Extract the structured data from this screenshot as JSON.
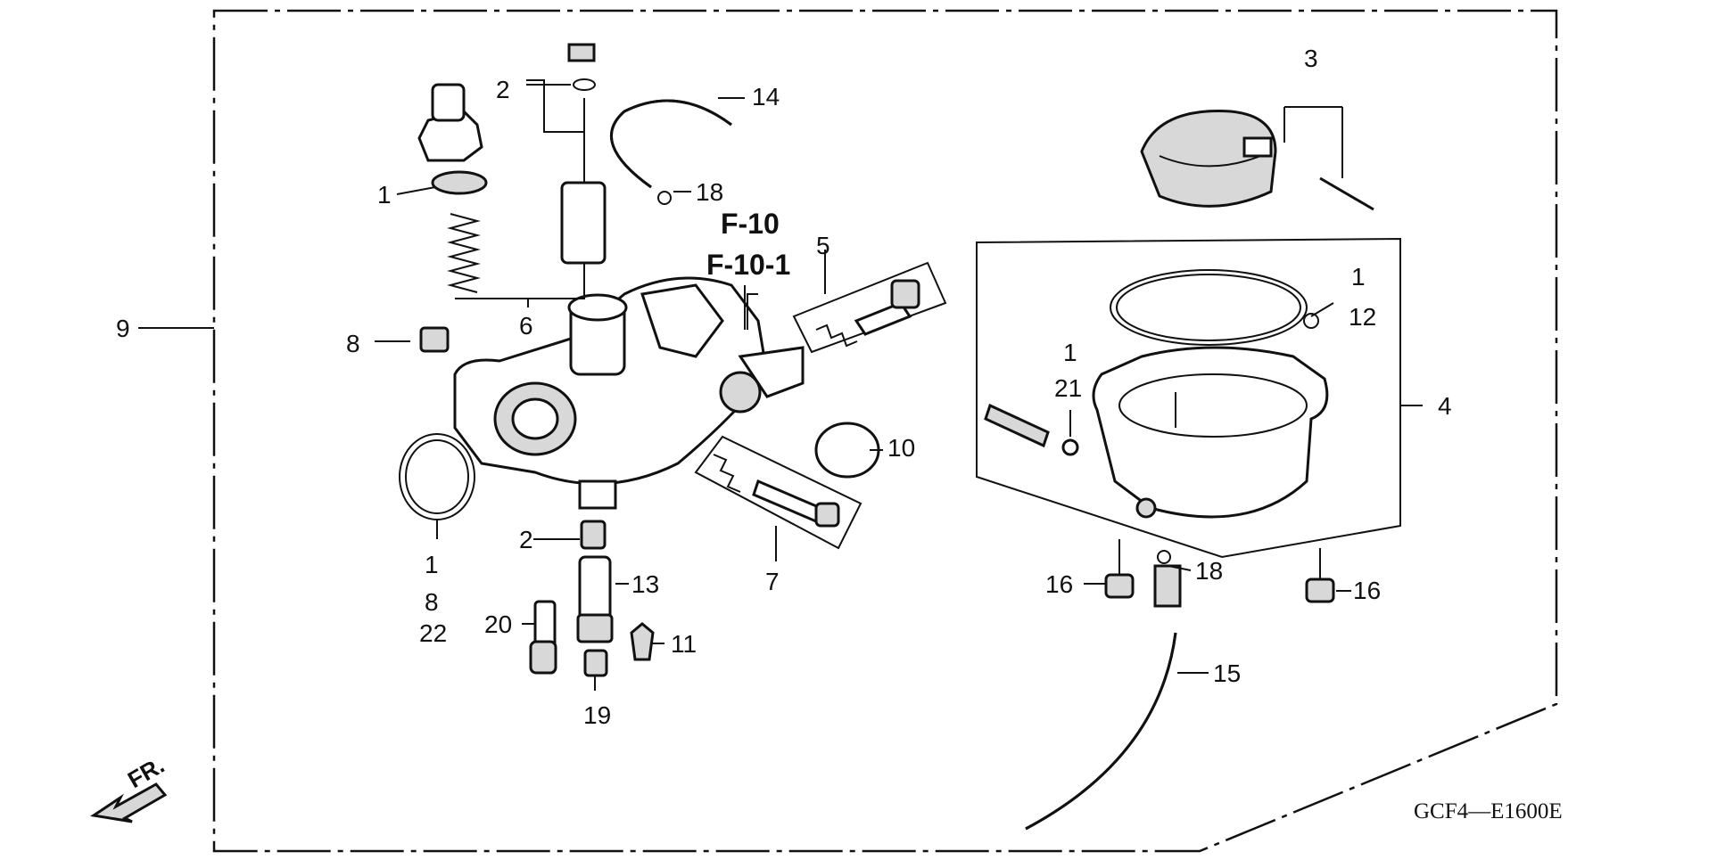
{
  "diagram": {
    "code": "GCF4—E1600E",
    "front_arrow_label": "FR.",
    "references": [
      "F-10",
      "F-10-1"
    ],
    "callouts": {
      "c9": "9",
      "c8_left": "8",
      "c1_top": "1",
      "c6": "6",
      "c2_top": "2",
      "c14": "14",
      "c18_top": "18",
      "c5": "5",
      "c3": "3",
      "c1_gasket": "1",
      "c12": "12",
      "c4": "4",
      "c1_screw": "1",
      "c21": "21",
      "c10": "10",
      "c7": "7",
      "c1_oring": "1",
      "c8_oring": "8",
      "c22": "22",
      "c2_bottom": "2",
      "c13": "13",
      "c20": "20",
      "c11": "11",
      "c19": "19",
      "c16_left": "16",
      "c18_bottom": "18",
      "c16_right": "16",
      "c15": "15"
    }
  }
}
